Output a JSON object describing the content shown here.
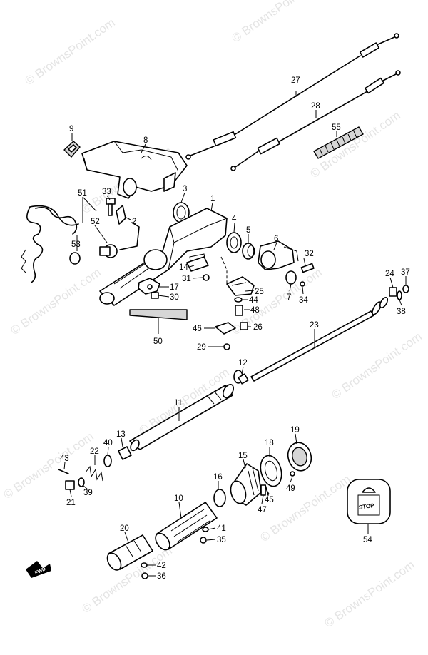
{
  "watermark": {
    "text": "© BrownsPoint.com"
  },
  "part_numbers": {
    "n1": "1",
    "n2": "2",
    "n3": "3",
    "n4": "4",
    "n5": "5",
    "n6": "6",
    "n7": "7",
    "n8": "8",
    "n9": "9",
    "n10": "10",
    "n11": "11",
    "n12": "12",
    "n13": "13",
    "n14": "14",
    "n15": "15",
    "n16": "16",
    "n17": "17",
    "n18": "18",
    "n19": "19",
    "n20": "20",
    "n21": "21",
    "n22": "22",
    "n23": "23",
    "n24": "24",
    "n25": "25",
    "n26": "26",
    "n27": "27",
    "n28": "28",
    "n29": "29",
    "n30": "30",
    "n31": "31",
    "n32": "32",
    "n33": "33",
    "n34": "34",
    "n35": "35",
    "n36": "36",
    "n37": "37",
    "n38": "38",
    "n39": "39",
    "n40": "40",
    "n41": "41",
    "n42": "42",
    "n43": "43",
    "n44": "44",
    "n45": "45",
    "n46": "46",
    "n47": "47",
    "n48": "48",
    "n49": "49",
    "n50": "50",
    "n51": "51",
    "n52": "52",
    "n53": "53",
    "n54": "54",
    "n55": "55"
  },
  "badges": {
    "stop": "STOP",
    "fwd": "FWD"
  }
}
